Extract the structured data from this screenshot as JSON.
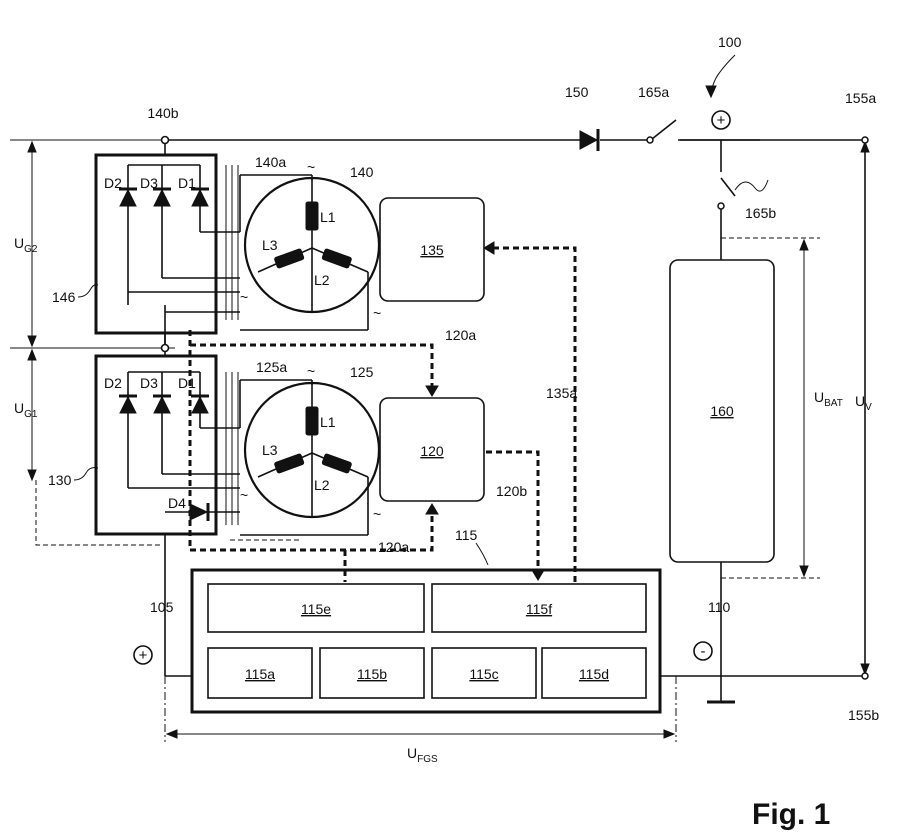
{
  "figure": {
    "ref_100": "100",
    "fig_label": "Fig. 1",
    "node_140b": "140b",
    "diode_150": "150",
    "switch_165a": "165a",
    "terminal_155a": "155a",
    "plus_top": "+",
    "ug2_label": "U",
    "ug2_sub": "G2",
    "ug1_label": "U",
    "ug1_sub": "G1",
    "ubat_label": "U",
    "ubat_sub": "BAT",
    "uv_label": "U",
    "uv_sub": "V",
    "ufgs_label": "U",
    "ufgs_sub": "FGS",
    "rect_146": "146",
    "rect_130": "130",
    "stator_140": "140",
    "stator_140a": "140a",
    "stator_125": "125",
    "stator_125a": "125a",
    "d1": "D1",
    "d2": "D2",
    "d3": "D3",
    "d4": "D4",
    "l1": "L1",
    "l2": "L2",
    "l3": "L3",
    "tilde": "~",
    "box_135": "135",
    "box_120": "120",
    "box_160": "160",
    "switch_165b": "165b",
    "sig_120a": "120a",
    "sig_120b": "120b",
    "sig_135a": "135a",
    "unit_115": "115",
    "unit_115a": "115a",
    "unit_115b": "115b",
    "unit_115c": "115c",
    "unit_115d": "115d",
    "unit_115e": "115e",
    "unit_115f": "115f",
    "node_105": "105",
    "node_110": "110",
    "terminal_155b": "155b",
    "plus_left": "+",
    "minus_right": "-"
  }
}
